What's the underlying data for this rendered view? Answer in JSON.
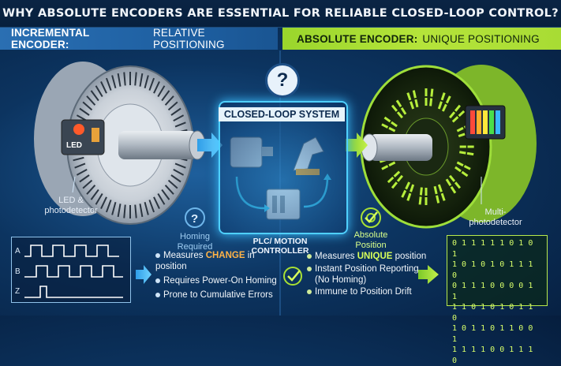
{
  "title": "WHY ABSOLUTE ENCODERS ARE ESSENTIAL FOR RELIABLE CLOSED-LOOP CONTROL?",
  "left_band": {
    "bold": "INCREMENTAL ENCODER:",
    "rest": "RELATIVE POSITIONING"
  },
  "right_band": {
    "bold": "ABSOLUTE ENCODER:",
    "rest": "UNIQUE POSITIONING"
  },
  "left_encoder": {
    "led_label": "LED",
    "caption_line1": "LED &",
    "caption_line2": "photodetector"
  },
  "right_encoder": {
    "caption_line1": "Multi-",
    "caption_line2": "photodetector"
  },
  "center": {
    "question": "?",
    "panel_title": "CLOSED-LOOP SYSTEM",
    "plc_line1": "PLC/ MOTION",
    "plc_line2": "CONTROLLER"
  },
  "homing": {
    "line1": "Homing",
    "line2": "Required",
    "icon_text": "?"
  },
  "absolute": {
    "line1": "Absolute",
    "line2": "Position"
  },
  "wave_channels": [
    "A",
    "B",
    "Z"
  ],
  "left_bullets": {
    "b1_pre": "Measures ",
    "b1_hl": "CHANGE",
    "b1_post": " in position",
    "b2": "Requires Power-On Homing",
    "b3": "Prone to Cumulative Errors"
  },
  "right_bullets": {
    "b1_pre": "Measures ",
    "b1_hl": "UNIQUE",
    "b1_post": " position",
    "b2_line1": "Instant Position Reporting",
    "b2_line2": "(No Homing)",
    "b3": "Immune to Position Drift"
  },
  "binary_rows": [
    "0 1 1 1 1 1 0 1 0 1",
    "1 0 1 0 1 0 1 1 1 0",
    "0 1 1 1 0 0 0 0 1 1",
    "1 1 0 1 0 1 0 1 1 0",
    "1 0 1 1 0 1 1 0 0 1",
    "1 1 1 1 0 0 1 1 1 0"
  ],
  "colors": {
    "incremental_band": "#1d5ea0",
    "absolute_band": "#b5e43a",
    "accent_cyan": "#4fd0ff",
    "accent_green": "#a8dc34"
  }
}
